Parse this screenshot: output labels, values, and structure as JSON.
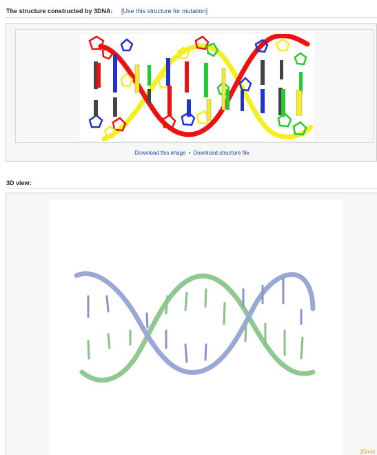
{
  "structure_section": {
    "title": "The structure constructed by 3DNA:",
    "mutation_link": "[Use this structure for mutation]",
    "download_image": "Download this image",
    "separator": "•",
    "download_structure": "Download structure file"
  },
  "view3d_section": {
    "title": "3D view:",
    "viewer_label": "JSmol"
  },
  "colors": {
    "link": "#1a4aa8",
    "jsmol_label": "#e9a000",
    "strand_red": "#ee1111",
    "strand_yellow": "#f4ee22",
    "base_blue": "#2233cc",
    "base_green": "#22cc33",
    "jsmol_blue": "#a5b2e0",
    "jsmol_green": "#a5d9a5"
  }
}
